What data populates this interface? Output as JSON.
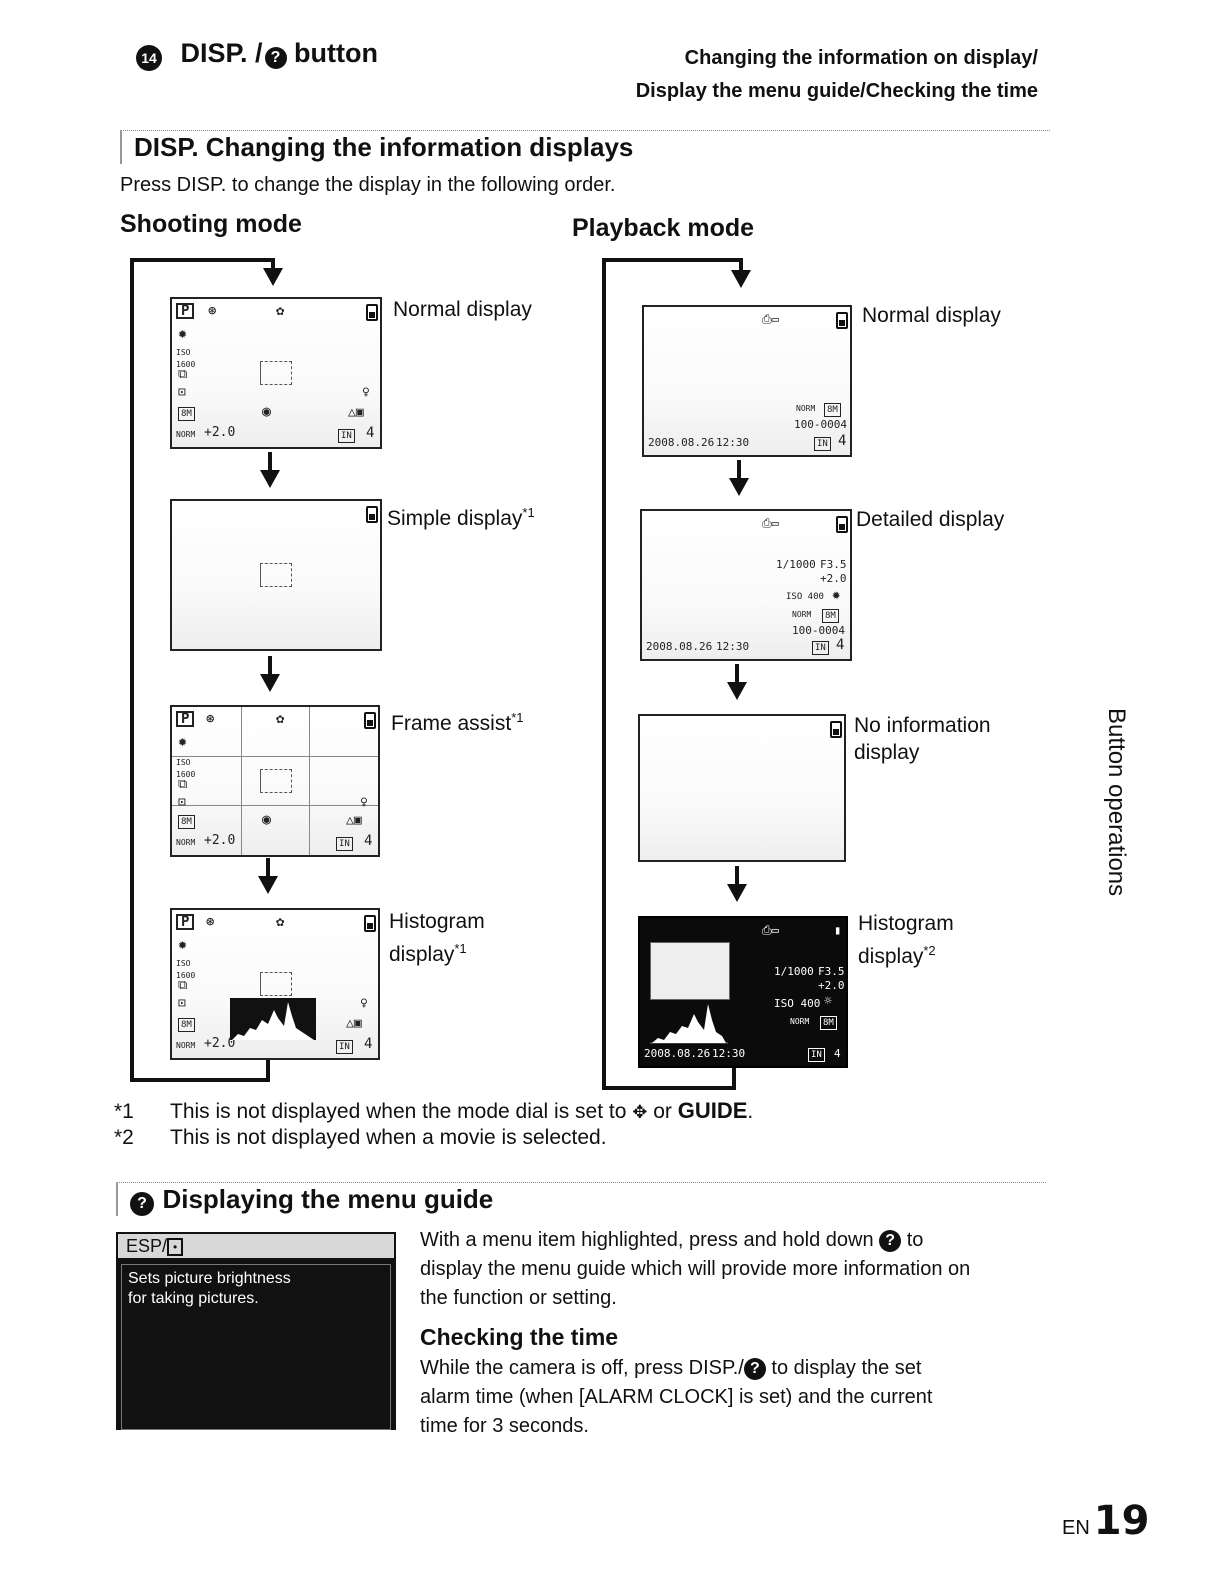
{
  "header": {
    "badge": "14",
    "title_disp": "DISP. /",
    "title_button": " button",
    "right_line1": "Changing the information on display/",
    "right_line2": "Display the menu guide/Checking the time"
  },
  "section1": {
    "title": "DISP. Changing the information displays",
    "intro": "Press DISP. to change the display in the following order.",
    "shooting_heading": "Shooting mode",
    "playback_heading": "Playback mode",
    "shooting_labels": [
      "Normal display",
      "Simple display",
      "Frame assist",
      "Histogram",
      "display"
    ],
    "playback_labels": [
      "Normal display",
      "Detailed display",
      "No information",
      "display",
      "Histogram",
      "display"
    ],
    "sup1": "*1",
    "sup2": "*2",
    "screen_text": {
      "mode_p": "P",
      "iso": "ISO 1600",
      "ev": "+2.0",
      "norm": "NORM",
      "in": "IN",
      "count": "4",
      "date": "2008.08.26",
      "time": "12:30",
      "file": "100-0004",
      "shutter": "1/1000",
      "fnum": "F3.5",
      "iso400": "ISO 400",
      "size": "8M"
    }
  },
  "footnotes": [
    {
      "mark": "*1",
      "text": "This is not displayed when the mode dial is set to",
      "extra": " or ",
      "guide": "GUIDE",
      "end": "."
    },
    {
      "mark": "*2",
      "text": "This is not displayed when a movie is selected."
    }
  ],
  "section2": {
    "title": "Displaying the menu guide",
    "menu_title": "ESP/",
    "menu_line1": "Sets picture brightness",
    "menu_line2": "for taking pictures.",
    "para1_a": "With a menu item highlighted, press and hold down",
    "para1_b": "to",
    "para1_line2": "display the menu guide which will provide more information on",
    "para1_line3": "the function or setting.",
    "checking_title": "Checking the time",
    "para2_line1_a": "While the camera is off, press DISP./",
    "para2_line1_b": " to display the set",
    "para2_line2": "alarm time (when [ALARM CLOCK] is set) and the current",
    "para2_line3": "time for 3 seconds."
  },
  "side_tab": "Button operations",
  "page": {
    "lang": "EN",
    "number": "19"
  }
}
